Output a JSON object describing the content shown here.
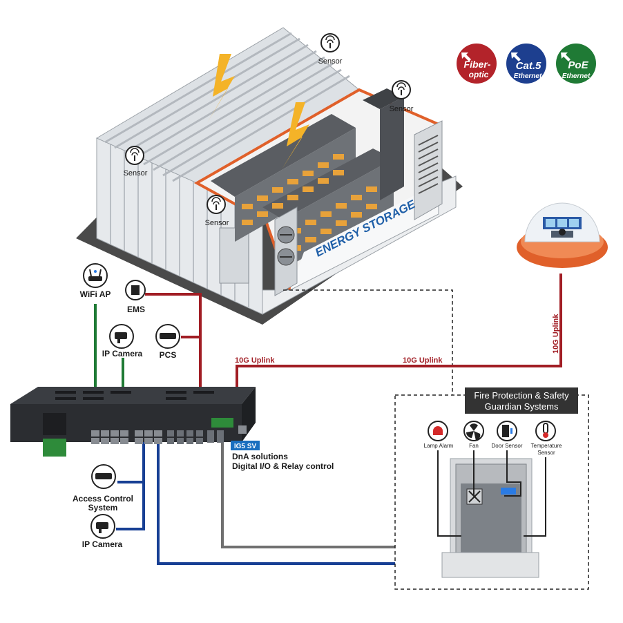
{
  "badges": {
    "fiber": {
      "line1": "Fiber-",
      "line2": "optic",
      "color": "#b3232a"
    },
    "cat5": {
      "line1": "Cat.5",
      "line2": "Ethernet",
      "color": "#1d3f8f"
    },
    "poe": {
      "line1": "PoE",
      "line2": "Ethernet",
      "color": "#1f7a35"
    }
  },
  "container": {
    "sensor_1": "Sensor",
    "sensor_2": "Sensor",
    "sensor_3": "Sensor",
    "sensor_4": "Sensor",
    "brand": "ENERGY STORAGE"
  },
  "devices": {
    "wifi_ap": "WiFi AP",
    "ems": "EMS",
    "ip_camera_top": "IP Camera",
    "pcs": "PCS",
    "access_control_1": "Access Control",
    "access_control_2": "System",
    "ip_camera_bottom": "IP Camera"
  },
  "links": {
    "uplink_left": "10G Uplink",
    "uplink_right": "10G Uplink",
    "uplink_vertical": "10G Uplink"
  },
  "switch": {
    "model": "IG5 SV",
    "feature_1": "DnA solutions",
    "feature_2": "Digital I/O & Relay control"
  },
  "fire": {
    "title_1": "Fire Protection & Safety",
    "title_2": "Guardian Systems",
    "lamp_alarm": "Lamp Alarm",
    "fan": "Fan",
    "door_sensor": "Door Sensor",
    "temp_1": "Temperature",
    "temp_2": "Sensor"
  },
  "colors": {
    "red_line": "#a11d24",
    "green_line": "#1f7a35",
    "blue_line": "#173f94",
    "gray_line": "#707070",
    "orange": "#e0602a"
  }
}
